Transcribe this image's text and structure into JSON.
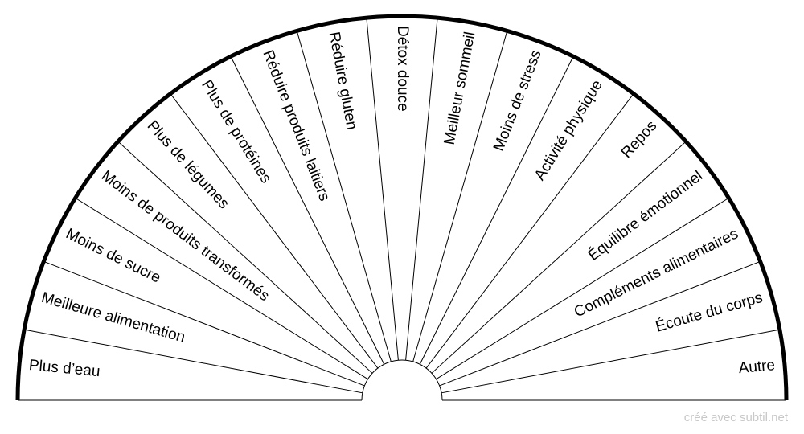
{
  "segments": [
    "Plus d’eau",
    "Meilleure alimentation",
    "Moins de sucre",
    "Moins de produits transformés",
    "Plus de légumes",
    "Plus de protéines",
    "Réduire produits laitiers",
    "Réduire gluten",
    "Détox douce",
    "Meilleur sommeil",
    "Moins de stress",
    "Activité physique",
    "Repos",
    "Équilibre émotionnel",
    "Compléments alimentaires",
    "Écoute du corps",
    "Autre"
  ],
  "watermark": "créé avec subtil.net"
}
